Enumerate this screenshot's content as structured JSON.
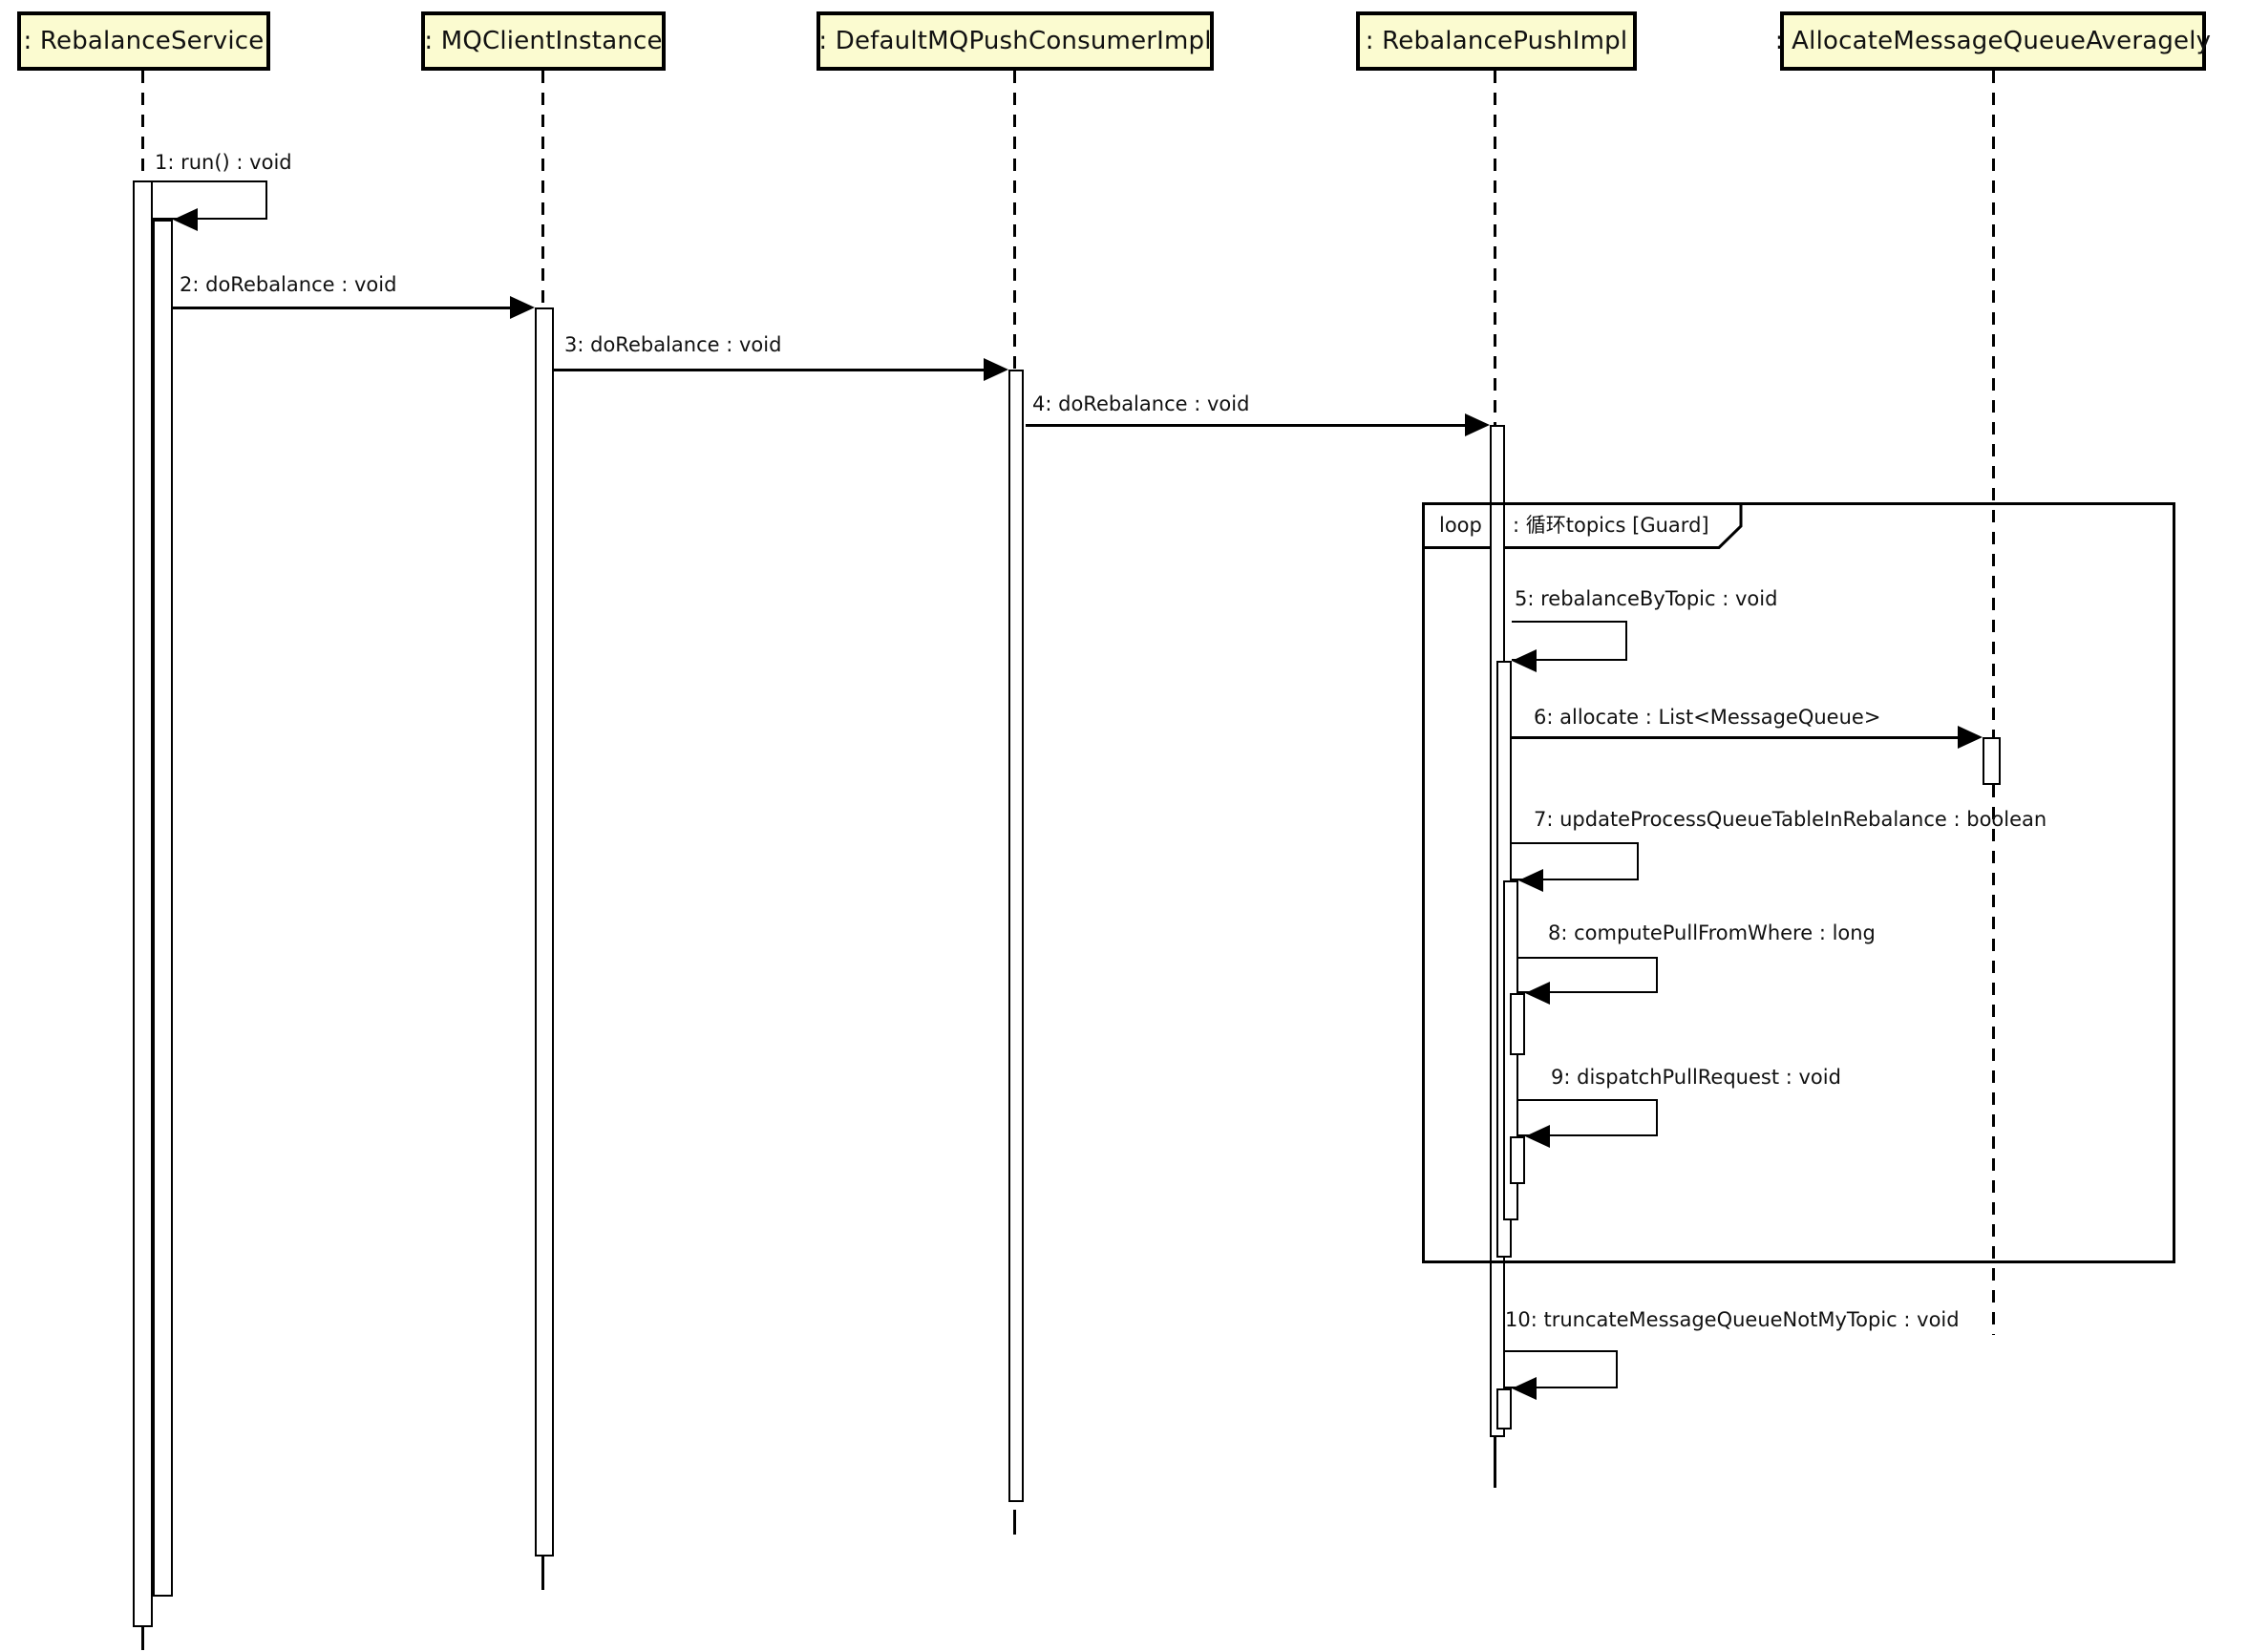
{
  "diagram": {
    "type": "uml-sequence-diagram",
    "colors": {
      "background": "#FFFFFF",
      "participant_fill": "#FBFBD0",
      "line": "#000000"
    },
    "participants": [
      {
        "name": ": RebalanceService"
      },
      {
        "name": ": MQClientInstance"
      },
      {
        "name": ": DefaultMQPushConsumerImpl"
      },
      {
        "name": ": RebalancePushImpl"
      },
      {
        "name": ": AllocateMessageQueueAveragely"
      }
    ],
    "fragment": {
      "operator": "loop",
      "condition": ": 循环topics  [Guard]"
    },
    "messages": [
      {
        "seq": 1,
        "label": "1: run() : void",
        "from": ": RebalanceService",
        "to": ": RebalanceService",
        "kind": "self"
      },
      {
        "seq": 2,
        "label": "2: doRebalance : void",
        "from": ": RebalanceService",
        "to": ": MQClientInstance",
        "kind": "call"
      },
      {
        "seq": 3,
        "label": "3: doRebalance : void",
        "from": ": MQClientInstance",
        "to": ": DefaultMQPushConsumerImpl",
        "kind": "call"
      },
      {
        "seq": 4,
        "label": "4: doRebalance : void",
        "from": ": DefaultMQPushConsumerImpl",
        "to": ": RebalancePushImpl",
        "kind": "call"
      },
      {
        "seq": 5,
        "label": "5: rebalanceByTopic : void",
        "from": ": RebalancePushImpl",
        "to": ": RebalancePushImpl",
        "kind": "self",
        "in_loop": true
      },
      {
        "seq": 6,
        "label": "6: allocate : List<MessageQueue>",
        "from": ": RebalancePushImpl",
        "to": ": AllocateMessageQueueAveragely",
        "kind": "call",
        "in_loop": true
      },
      {
        "seq": 7,
        "label": "7: updateProcessQueueTableInRebalance : boolean",
        "from": ": RebalancePushImpl",
        "to": ": RebalancePushImpl",
        "kind": "self",
        "in_loop": true
      },
      {
        "seq": 8,
        "label": "8: computePullFromWhere : long",
        "from": ": RebalancePushImpl",
        "to": ": RebalancePushImpl",
        "kind": "self",
        "in_loop": true
      },
      {
        "seq": 9,
        "label": "9: dispatchPullRequest : void",
        "from": ": RebalancePushImpl",
        "to": ": RebalancePushImpl",
        "kind": "self",
        "in_loop": true
      },
      {
        "seq": 10,
        "label": "10: truncateMessageQueueNotMyTopic : void",
        "from": ": RebalancePushImpl",
        "to": ": RebalancePushImpl",
        "kind": "self",
        "in_loop": false
      }
    ]
  }
}
